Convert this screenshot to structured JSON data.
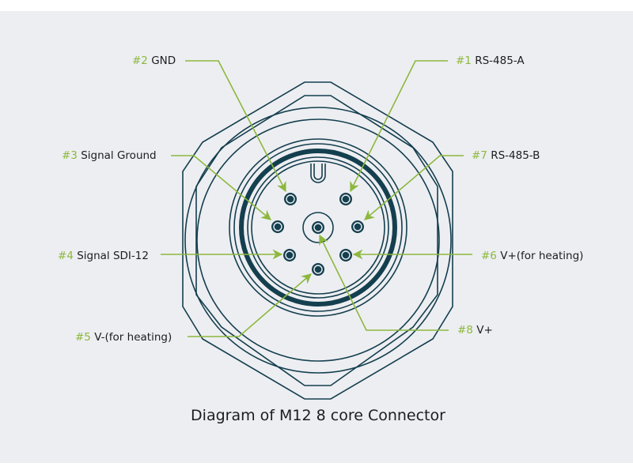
{
  "diagram": {
    "title": "Diagram of M12 8 core Connector",
    "colors": {
      "outline": "#143f4e",
      "accent": "#8cb83c",
      "text": "#1a1d20",
      "background": "#edeef2"
    },
    "pins": [
      {
        "num": "#1",
        "name": "RS-485-A"
      },
      {
        "num": "#2",
        "name": "GND"
      },
      {
        "num": "#3",
        "name": "Signal Ground"
      },
      {
        "num": "#4",
        "name": "Signal SDI-12"
      },
      {
        "num": "#5",
        "name": "V-(for heating)"
      },
      {
        "num": "#6",
        "name": "V+(for heating)"
      },
      {
        "num": "#7",
        "name": "RS-485-B"
      },
      {
        "num": "#8",
        "name": "V+"
      }
    ]
  }
}
